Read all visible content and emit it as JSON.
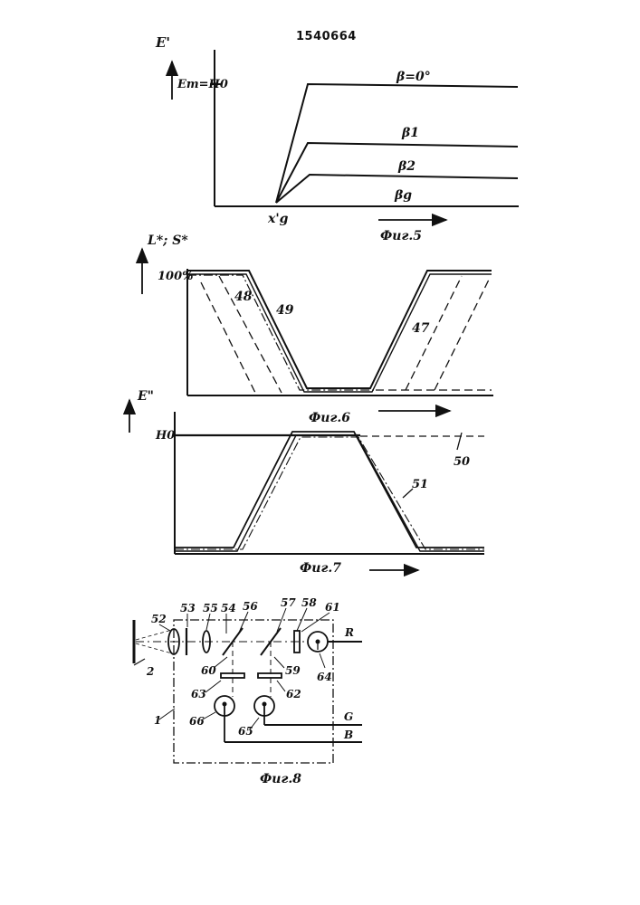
{
  "patent_number": "1540664",
  "fig5": {
    "caption": "Фиг.5",
    "y_axis_label": "E'",
    "level_label": "Em=H0",
    "x_mark": "x'g",
    "curves": [
      "β=0°",
      "β1",
      "β2",
      "βg"
    ]
  },
  "fig6": {
    "caption": "Фиг.6",
    "y_axis_label": "L*; S*",
    "level_label": "100%",
    "curve_labels": [
      "48",
      "49",
      "47"
    ]
  },
  "fig7": {
    "caption": "Фиг.7",
    "y_axis_label": "E\"",
    "level_label": "H0",
    "curve_labels": [
      "50",
      "51"
    ]
  },
  "fig8": {
    "caption": "Фиг.8",
    "element_labels": [
      "52",
      "53",
      "55",
      "54",
      "56",
      "57",
      "58",
      "61",
      "60",
      "59",
      "63",
      "62",
      "64",
      "66",
      "65",
      "1",
      "2"
    ],
    "outputs": [
      "R",
      "G",
      "B"
    ]
  }
}
